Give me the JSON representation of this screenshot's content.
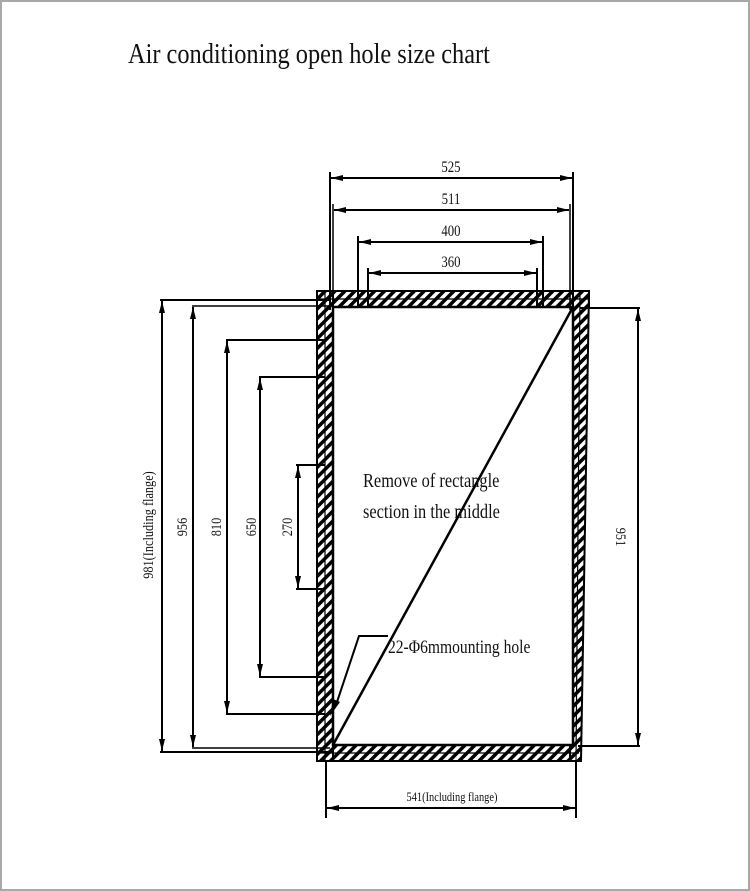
{
  "title": "Air conditioning open hole size chart",
  "colors": {
    "line": "#000000",
    "text": "#111111",
    "background": "#ffffff",
    "border": "#a8a8a8"
  },
  "dimensions": {
    "top": [
      {
        "label": "525",
        "value": 525,
        "orientation": "horizontal"
      },
      {
        "label": "511",
        "value": 511,
        "orientation": "horizontal"
      },
      {
        "label": "400",
        "value": 400,
        "orientation": "horizontal"
      },
      {
        "label": "360",
        "value": 360,
        "orientation": "horizontal"
      }
    ],
    "left": [
      {
        "label": "981(Including flange)",
        "value": 981,
        "orientation": "vertical"
      },
      {
        "label": "956",
        "value": 956,
        "orientation": "vertical"
      },
      {
        "label": "810",
        "value": 810,
        "orientation": "vertical"
      },
      {
        "label": "650",
        "value": 650,
        "orientation": "vertical"
      },
      {
        "label": "270",
        "value": 270,
        "orientation": "vertical"
      }
    ],
    "right": {
      "label": "951",
      "value": 951,
      "orientation": "vertical"
    },
    "bottom": {
      "label": "541(Including flange)",
      "value": 541,
      "orientation": "horizontal"
    }
  },
  "annotations": {
    "center_line1": "Remove of rectangle",
    "center_line2": "section in the middle",
    "mounting_hole": "22-Φ6mmounting hole"
  }
}
